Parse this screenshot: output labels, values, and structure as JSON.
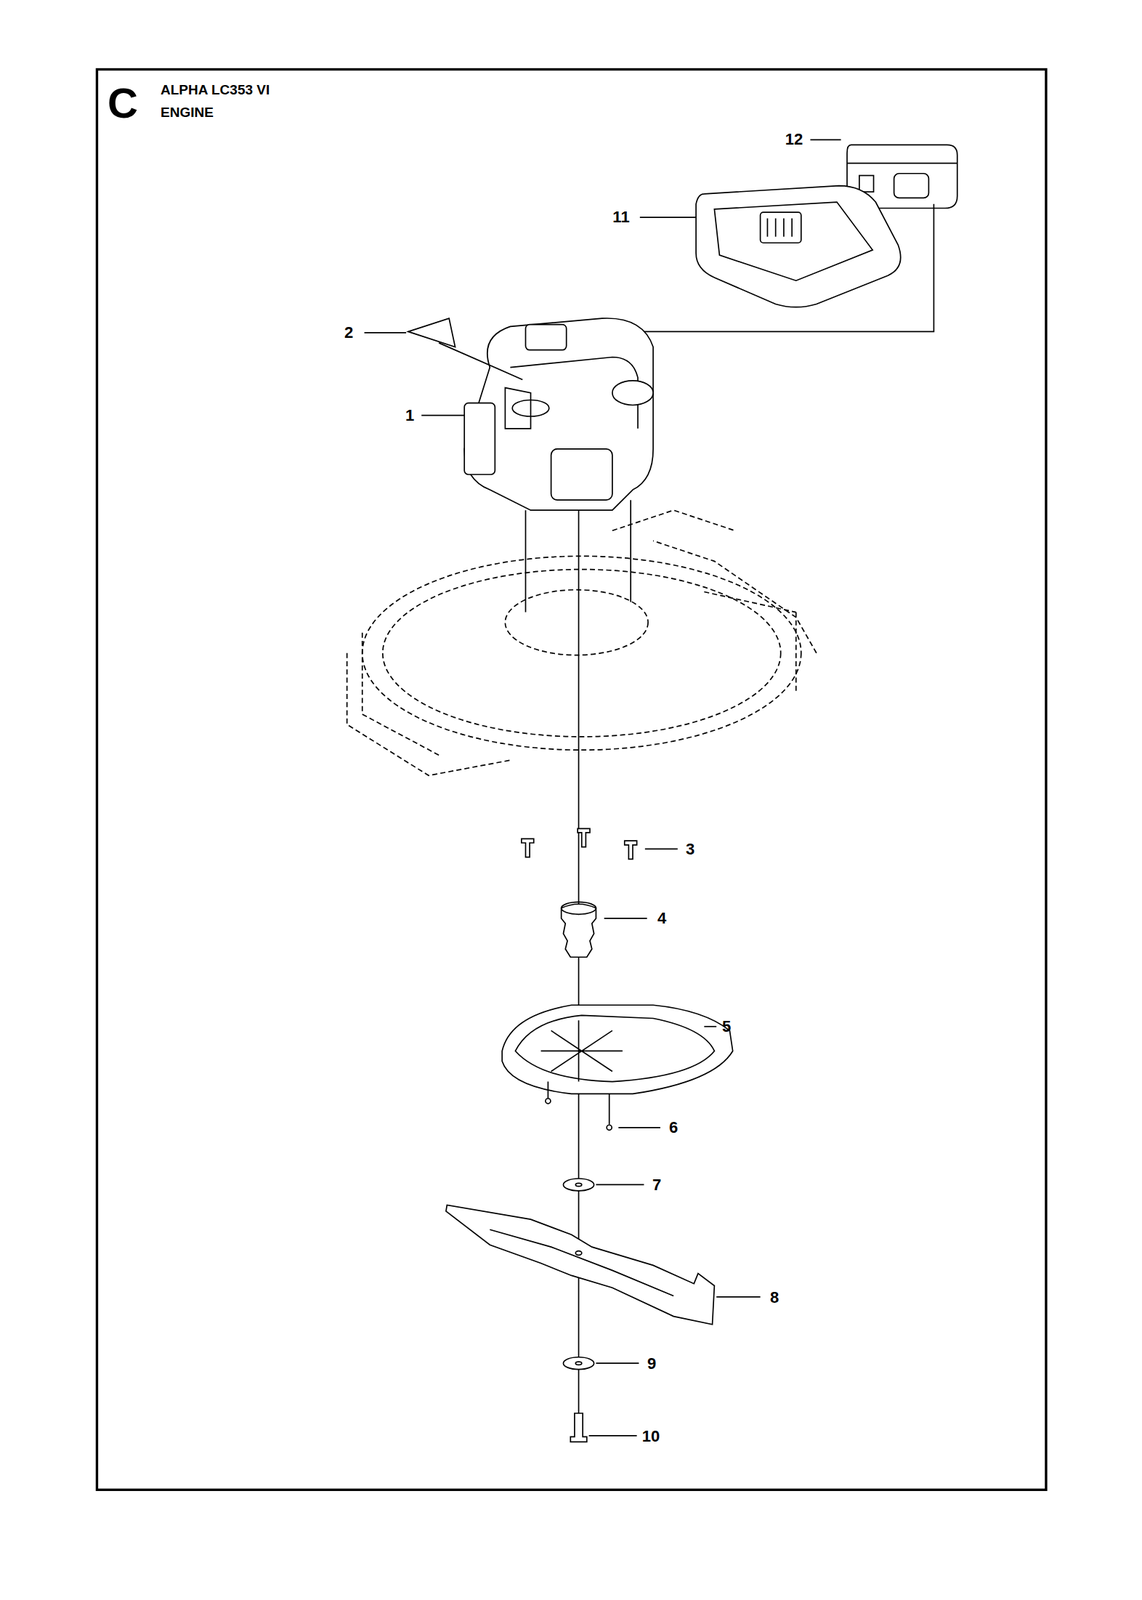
{
  "diagram": {
    "title": "ALPHA LC353 VI ENGINE",
    "labels": [
      "C",
      "12",
      "11",
      "2",
      "1",
      "3",
      "4",
      "5",
      "6",
      "7",
      "8",
      "9",
      "10"
    ]
  }
}
